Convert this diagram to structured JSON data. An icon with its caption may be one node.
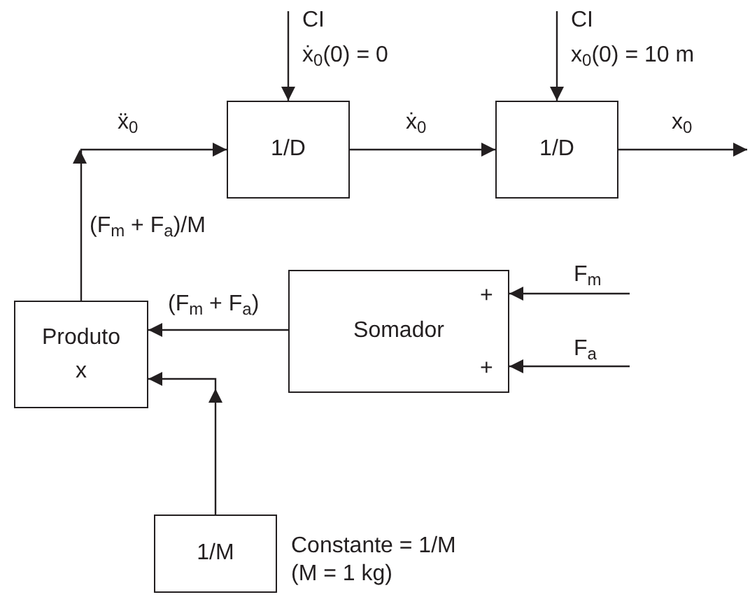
{
  "diagram": {
    "nodes": [
      {
        "text": [
          "1/D"
        ]
      },
      {
        "text": [
          "1/D"
        ]
      },
      {
        "text": [
          "Produto x"
        ]
      },
      {
        "text": [
          "Somador"
        ]
      },
      {
        "text": [
          "1/M"
        ],
        "beside": [
          "Constante = 1/M",
          "(M = 1 kg)"
        ]
      }
    ],
    "edges": [
      {
        "from": null,
        "to": 0,
        "arrow": "to",
        "label": "ẋ$_{0}$(0) = 0"
      },
      {
        "from": null,
        "to": 1,
        "arrow": "to",
        "label": "x$_{0}$(0) = 10 m"
      },
      {
        "from": 2,
        "to": 0,
        "arrow": "to",
        "label": "ẍ$_{0}$"
      },
      {
        "from": 0,
        "to": 1,
        "arrow": "to",
        "label": "ẋ$_{0}$"
      },
      {
        "from": 1,
        "to": null,
        "arrow": "to",
        "label": "x$_{0}$"
      },
      {
        "from": 3,
        "to": 2,
        "arrow": "to",
        "label": "(F$_{m}$ + F$_{a}$)"
      },
      {
        "from": 4,
        "to": 2,
        "arrow": "to"
      },
      {
        "from": null,
        "to": 3,
        "arrow": "to",
        "label": "F$_{m}$"
      },
      {
        "from": null,
        "to": 3,
        "arrow": "to",
        "label": "F$_{a}$"
      }
    ],
    "labels": [
      "CI",
      "CI",
      "(F$_{m}$ + F$_{a}$)/M",
      "+",
      "+"
    ]
  }
}
